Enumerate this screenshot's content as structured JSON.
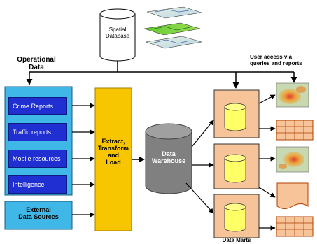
{
  "spatial_db": {
    "label_line1": "Spatial",
    "label_line2": "Database"
  },
  "operational": {
    "heading_line1": "Operational",
    "heading_line2": "Data"
  },
  "sources": [
    {
      "label": "Crime Reports"
    },
    {
      "label": "Traffic reports"
    },
    {
      "label": "Mobile resources"
    },
    {
      "label": "Intelligence"
    }
  ],
  "external": {
    "line1": "External",
    "line2": "Data Sources"
  },
  "etl": {
    "line1": "Extract,",
    "line2": "Transform",
    "line3": "and",
    "line4": "Load"
  },
  "warehouse": {
    "line1": "Data",
    "line2": "Warehouse"
  },
  "user_access": {
    "line1": "User access via",
    "line2": "queries and reports"
  },
  "data_marts": {
    "label": "Data Marts"
  },
  "colors": {
    "source_blue": "#1f2fd1",
    "operational_panel": "#3fb8e8",
    "external_panel": "#3fb8e8",
    "etl_yellow": "#f7c600",
    "warehouse_gray": "#808080",
    "mart_peach": "#f7c49a",
    "cylinder_yellow": "#ffff66"
  }
}
